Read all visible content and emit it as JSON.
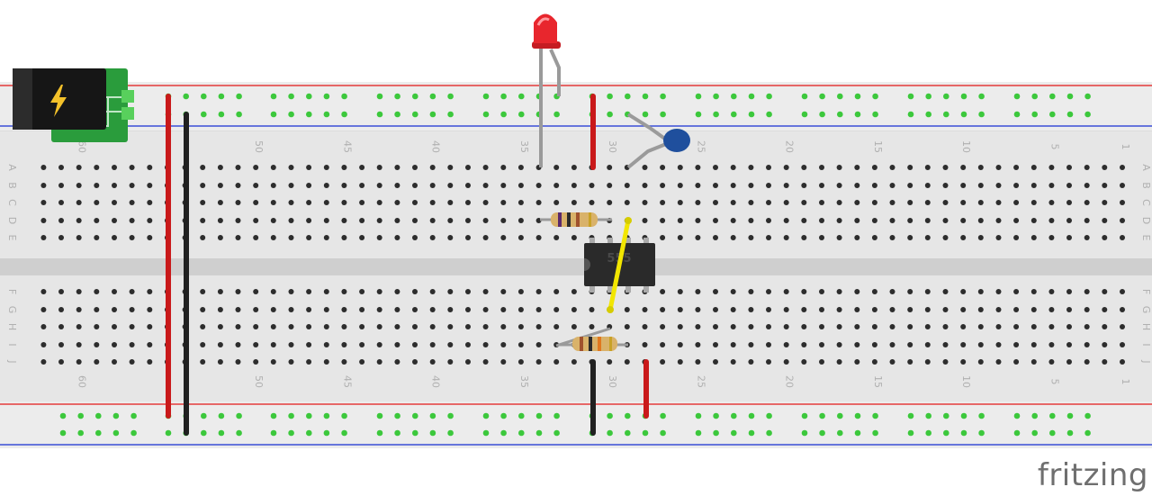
{
  "app": {
    "brand": "fritzing"
  },
  "breadboard": {
    "columns": 62,
    "rows_top": [
      "A",
      "B",
      "C",
      "D",
      "E"
    ],
    "rows_bottom": [
      "F",
      "G",
      "H",
      "I",
      "J"
    ],
    "column_numbers": [
      "1",
      "5",
      "10",
      "15",
      "20",
      "25",
      "30",
      "35",
      "40",
      "45",
      "50",
      "60"
    ],
    "colors": {
      "board": "#d9d9d9",
      "rail": "#eeeeee",
      "hole": "#2d2d2d",
      "connected": "#3cc83c",
      "positive_line": "#e33b3b",
      "negative_line": "#3b4fd6"
    }
  },
  "components": {
    "ic": {
      "label": "555",
      "color": "#2a2a2a"
    },
    "led": {
      "color": "#e8262d"
    },
    "capacitor": {
      "color": "#1f4f9d"
    },
    "power_jack": {
      "icon": "lightning-bolt-icon",
      "color": "#1a1a1a",
      "pcb_color": "#2a9c3c"
    },
    "wires": {
      "red": "#c9191a",
      "black": "#202020",
      "yellow": "#f2e600"
    }
  }
}
